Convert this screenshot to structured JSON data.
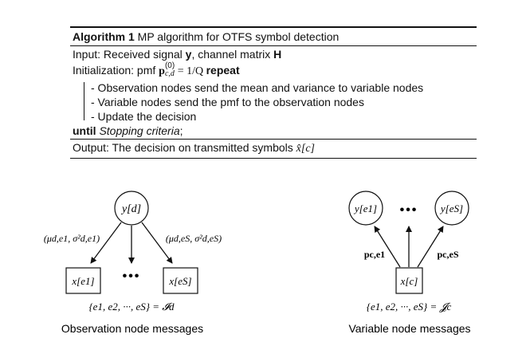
{
  "algorithm": {
    "label": "Algorithm 1",
    "title": "MP algorithm for OTFS symbol detection",
    "input_prefix": "Input: Received signal ",
    "input_y": "y",
    "input_mid": ", channel matrix ",
    "input_H": "H",
    "init_prefix": "Initialization: pmf ",
    "init_p": "p",
    "init_sup": "(0)",
    "init_sub": "c,d",
    "init_eq": " = 1/Q ",
    "init_repeat": "repeat",
    "steps": [
      "- Observation nodes send the mean and variance to variable nodes",
      "- Variable nodes send the pmf to the observation nodes",
      "- Update the decision"
    ],
    "until_kw": "until",
    "until_text": "Stopping criteria",
    "until_end": ";",
    "output_text": "Output: The decision on transmitted symbols ",
    "output_sym": "x̂[c]"
  },
  "left_diagram": {
    "top_node": "y[d]",
    "bottom_nodes": [
      "x[e1]",
      "x[eS]"
    ],
    "dots": "•••",
    "msg_left": "(μd,e1, σ²d,e1)",
    "msg_right": "(μd,eS, σ²d,eS)",
    "set_eq": "{e1, e2, ···, eS} = 𝓘d",
    "caption": "Observation node messages"
  },
  "right_diagram": {
    "top_nodes": [
      "y[e1]",
      "y[eS]"
    ],
    "bottom_node": "x[c]",
    "dots": "•••",
    "msg_left": "pc,e1",
    "msg_right": "pc,eS",
    "set_eq": "{e1, e2, ···, eS} = 𝓙c",
    "caption": "Variable node messages"
  }
}
